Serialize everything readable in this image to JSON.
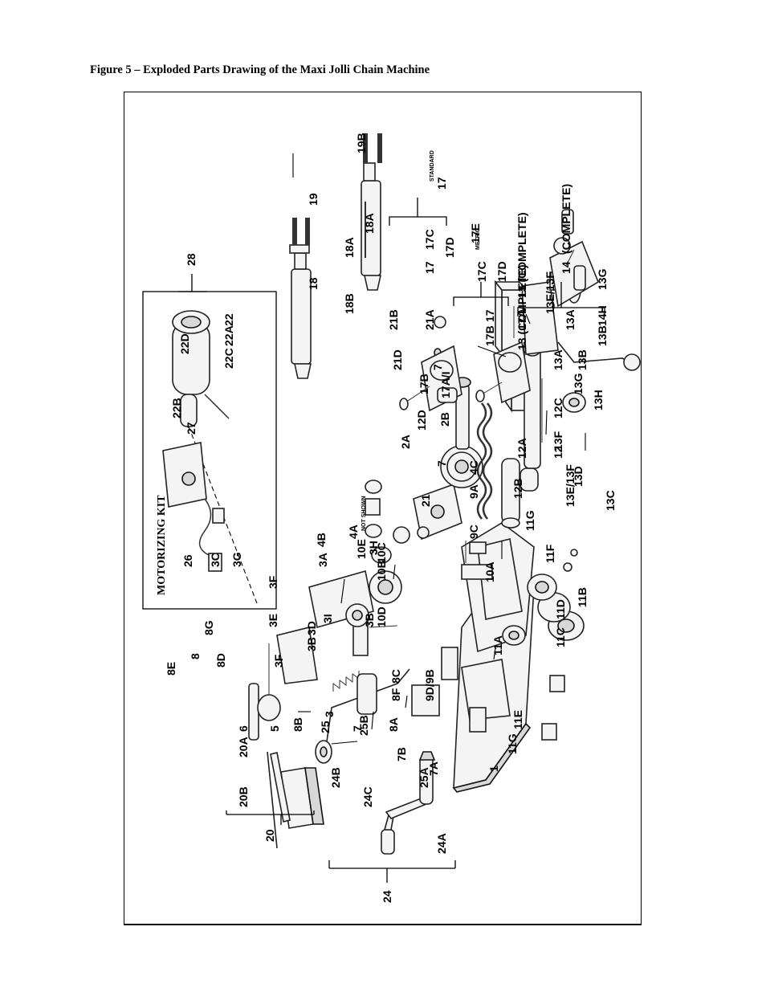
{
  "figure": {
    "caption": "Figure 5 – Exploded Parts Drawing of the Maxi Jolli Chain Machine",
    "kit_title": "MOTORIZING KIT"
  },
  "labels": {
    "l1": "1",
    "l2A": "2A",
    "l2B": "2B",
    "l3": "3",
    "l3A": "3A",
    "l3B_a": "3B",
    "l3B_b": "3B",
    "l3C": "3C",
    "l3D": "3D",
    "l3E": "3E",
    "l3F_a": "3F",
    "l3F_b": "3F",
    "l3G": "3G",
    "l3H": "3H",
    "l3I": "3I",
    "l4A": "4A",
    "l4B": "4B",
    "l4C": "4C",
    "l5": "5",
    "l6": "6",
    "l7_a": "7",
    "l7_b": "7",
    "l7_c": "7",
    "l7A": "7A",
    "l7B": "7B",
    "l8": "8",
    "l8A": "8A",
    "l8B": "8B",
    "l8C": "8C",
    "l8D": "8D",
    "l8E": "8E",
    "l8F": "8F",
    "l8G": "8G",
    "l9A": "9A",
    "l9C": "9C",
    "l9D9B": "9D/9B",
    "l10A": "10A",
    "l10B": "10B",
    "l10C": "10C",
    "l10D": "10D",
    "l10E": "10E",
    "not_shown": "NOT SHOWN",
    "l11A": "11A",
    "l11B": "11B",
    "l11C": "11C",
    "l11D": "11D",
    "l11E": "11E",
    "l11F": "11F",
    "l11G_a": "11G",
    "l11G_b": "11G",
    "l12": "12",
    "l12A": "12A",
    "l12B": "12B",
    "l12C": "12C",
    "l12D": "12D",
    "l13A_a": "13A",
    "l13A_b": "13A",
    "l13B_a": "13B",
    "l13B_b": "13B",
    "l13C": "13C",
    "l13D": "13D",
    "l13EF_a": "13E/13F",
    "l13EF_b": "13E/13F",
    "l13F": "13F",
    "l13G_a": "13G",
    "l13G_b": "13G",
    "l13H": "13H",
    "l13complete_a": "13 (COMPLETE)",
    "l13complete_b": "13 (COMPLETE)",
    "l14": "14",
    "l14complete": "(COMPLETE)",
    "l14H": "14H",
    "l17_a": "17",
    "l17_b": "17",
    "l17_c": "17",
    "standard": "STANDARD",
    "l17A": "17A",
    "l17AI": "17A/I",
    "l17B_a": "17B",
    "l17B_b": "17B",
    "l17C_a": "17C",
    "l17C_b": "17C",
    "l17D_a": "17D",
    "l17D_b": "17D",
    "l17E": "17E",
    "metric": "METRIC",
    "l18": "18",
    "l18A_a": "18A",
    "l18A_b": "18A",
    "l18B": "18B",
    "l19": "19",
    "l19B": "19B",
    "l20": "20",
    "l20A": "20A",
    "l20B": "20B",
    "l21": "21",
    "l21A": "21A",
    "l21B": "21B",
    "l21D": "21D",
    "l22": "22",
    "l22A": "22A",
    "l22B": "22B",
    "l22C": "22C",
    "l22D": "22D",
    "l24": "24",
    "l24A": "24A",
    "l24B": "24B",
    "l24C": "24C",
    "l25": "25",
    "l25A": "25A",
    "l25B": "25B",
    "l26": "26",
    "l27": "27",
    "l28": "28"
  }
}
